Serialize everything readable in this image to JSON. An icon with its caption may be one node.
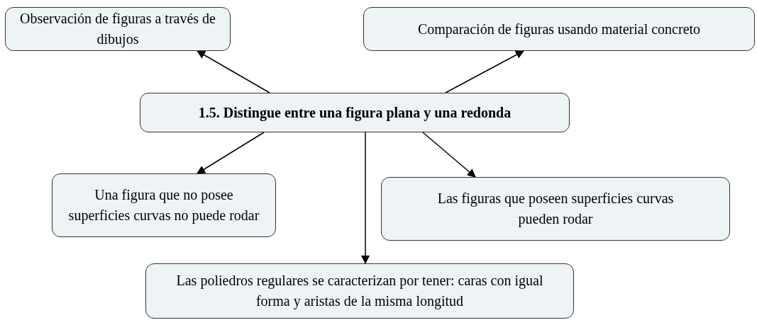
{
  "diagram": {
    "nodes": [
      {
        "text": [
          "Observación de figuras a través de dibujos"
        ]
      },
      {
        "text": [
          "Comparación de figuras usando material concreto"
        ]
      },
      {
        "text": [
          "1.5. Distingue entre una figura plana y una redonda"
        ]
      },
      {
        "text": [
          "Una figura que no posee superficies curvas no puede rodar"
        ]
      },
      {
        "text": [
          "Las figuras que poseen superficies curvas pueden rodar"
        ]
      },
      {
        "text": [
          "Las poliedros regulares se caracterizan por tener: caras con igual forma y aristas de la misma longitud"
        ]
      }
    ],
    "edges": [
      {
        "from": 2,
        "to": 0,
        "arrow": "to"
      },
      {
        "from": 2,
        "to": 1,
        "arrow": "to"
      },
      {
        "from": 2,
        "to": 3,
        "arrow": "to"
      },
      {
        "from": 2,
        "to": 4,
        "arrow": "to"
      },
      {
        "from": 2,
        "to": 5,
        "arrow": "to"
      }
    ]
  }
}
